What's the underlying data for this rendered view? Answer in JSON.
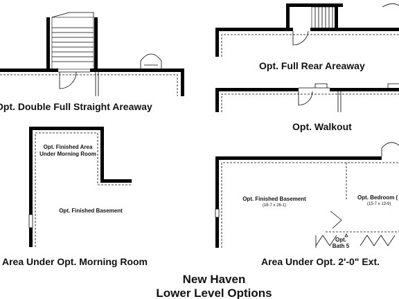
{
  "plans": {
    "double_straight": {
      "caption": "Opt. Double Full Straight Areaway"
    },
    "full_rear": {
      "caption": "Opt. Full Rear Areaway"
    },
    "walkout": {
      "caption": "Opt. Walkout"
    },
    "morning_room": {
      "caption": "Area Under Opt. Morning Room",
      "room_top_line1": "Opt. Finished Area",
      "room_top_line2": "Under Morning Room",
      "room_bottom": "Opt. Finished Basement"
    },
    "ext": {
      "caption": "Area Under Opt. 2'-0\" Ext.",
      "basement_label": "Opt. Finished Basement",
      "basement_dims": "(18-7 x 26-1)",
      "bedroom_label": "Opt. Bedroom (",
      "bedroom_dims": "(15-7 x 13-9)",
      "bath_line1": "Opt.",
      "bath_line2": "Bath 5"
    }
  },
  "title": {
    "line1": "New Haven",
    "line2": "Lower Level Options"
  }
}
